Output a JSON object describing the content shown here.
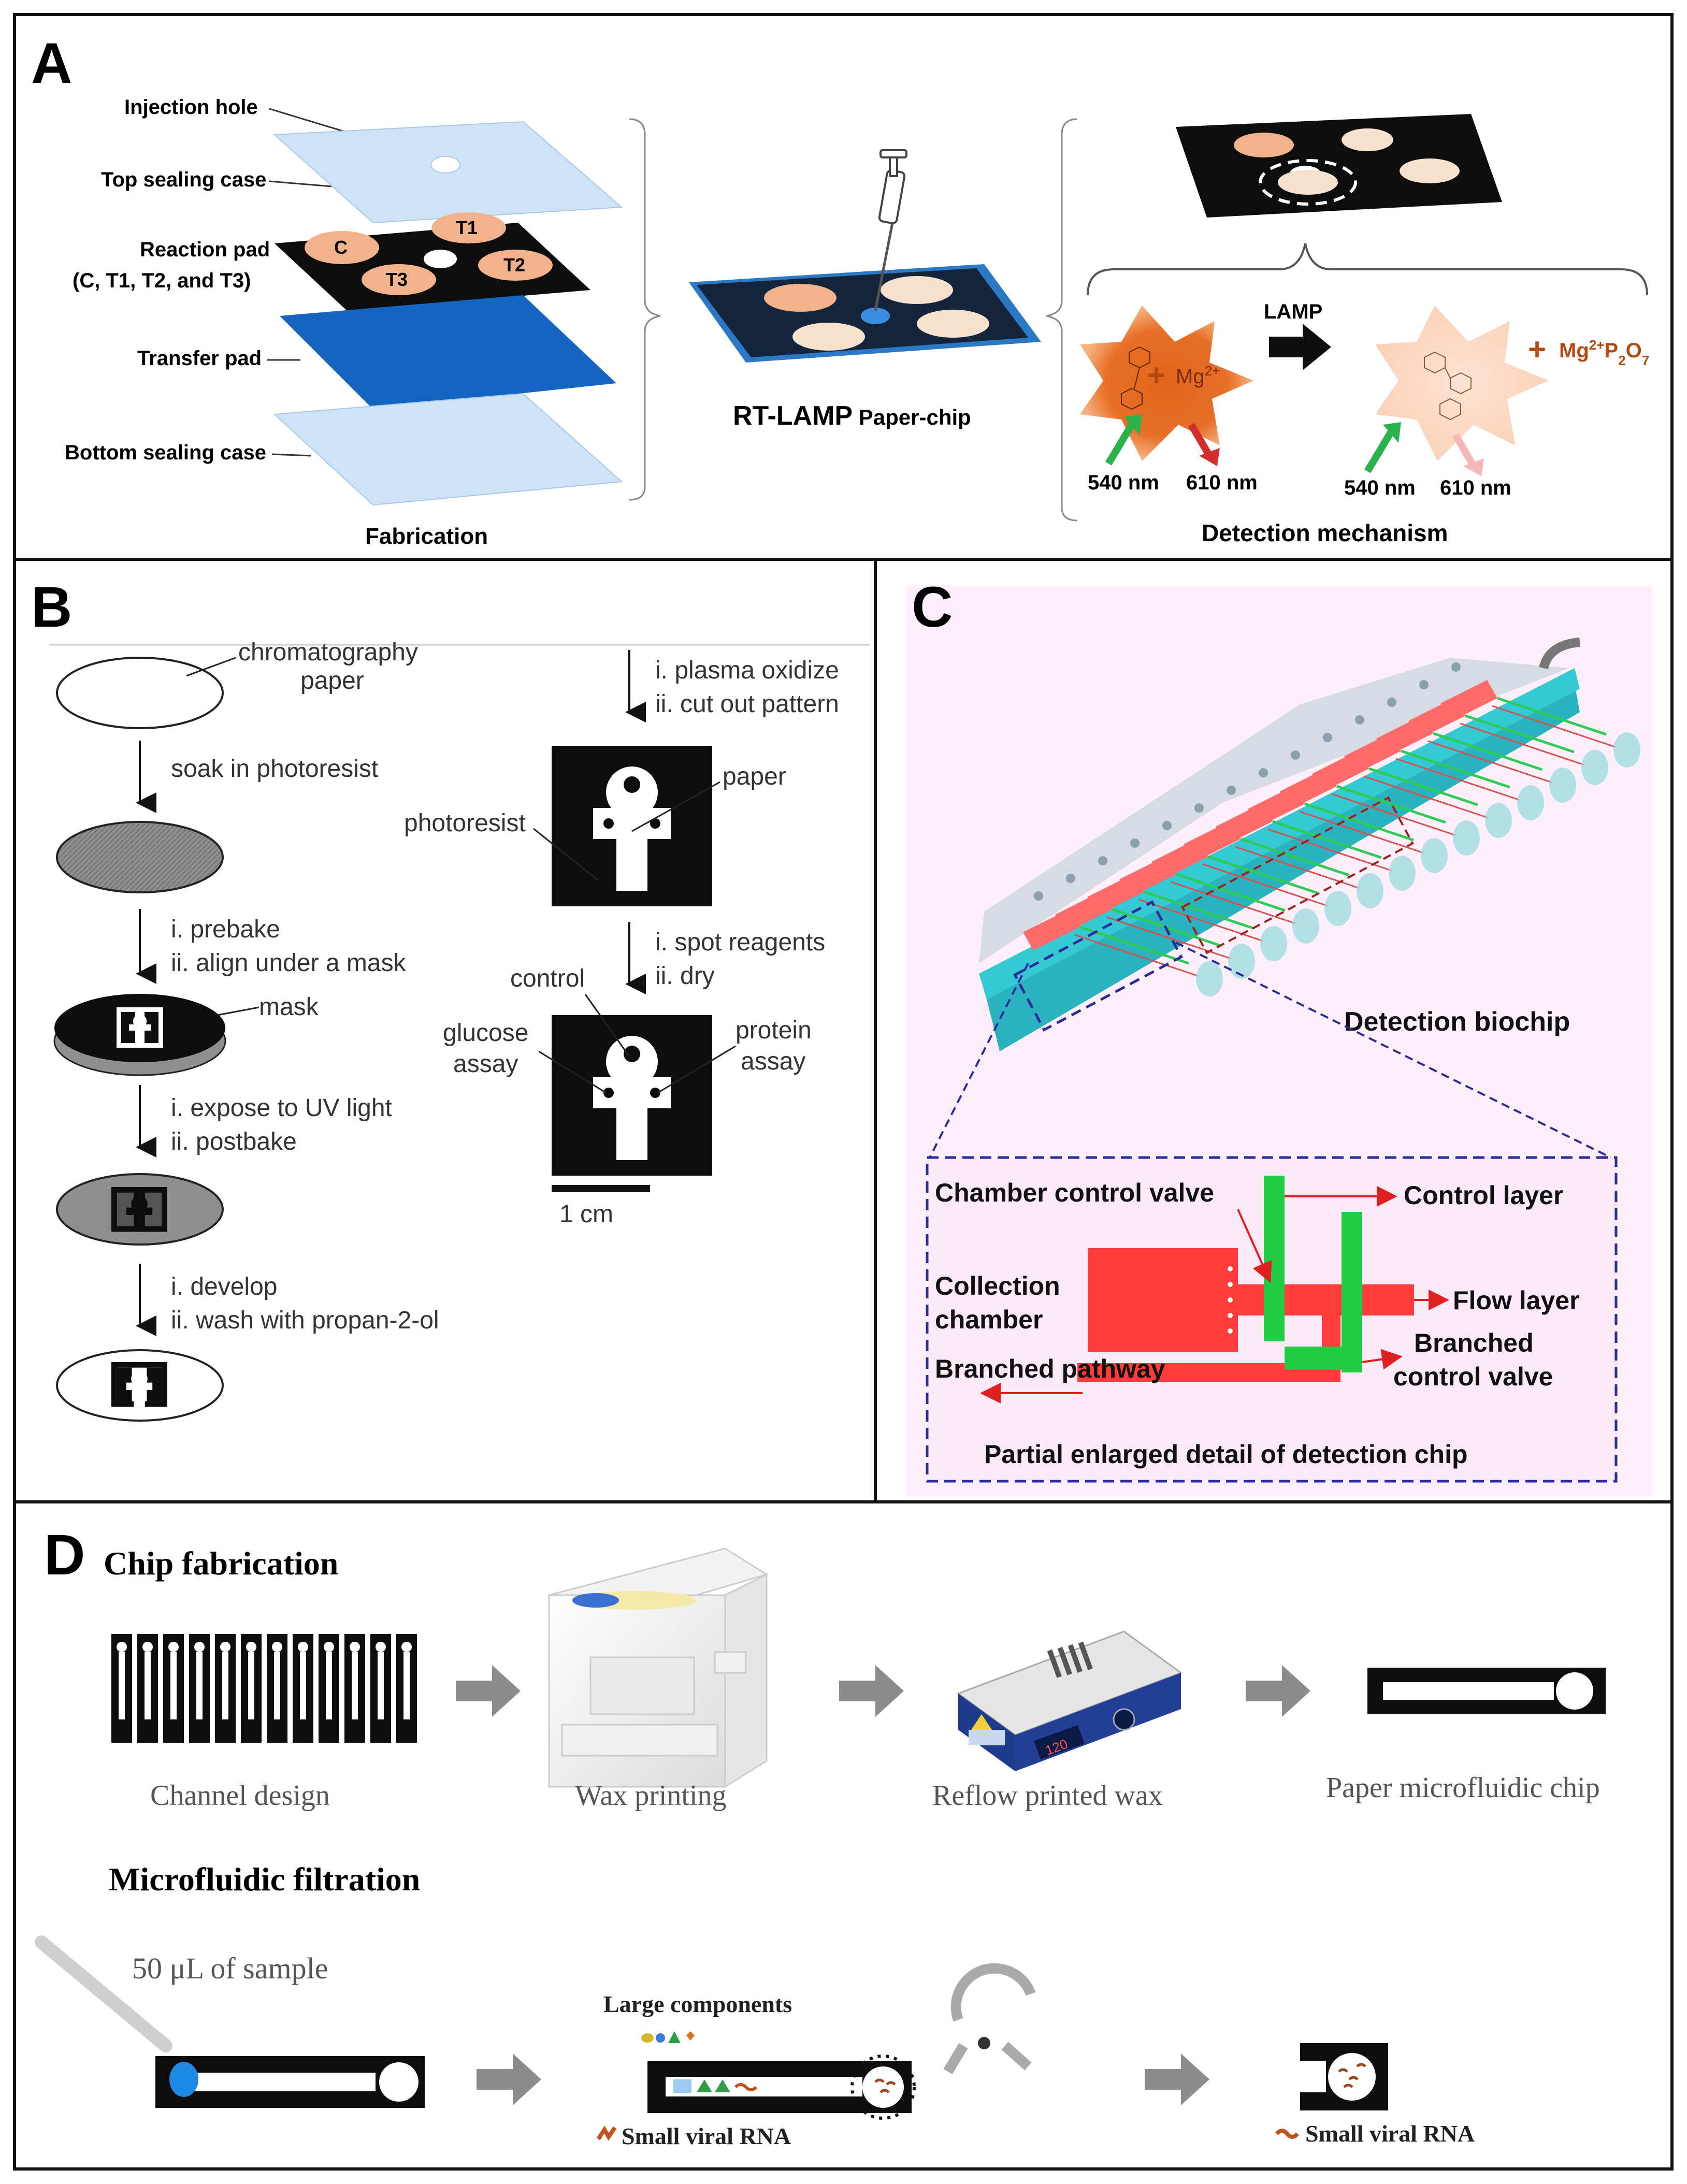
{
  "panels": {
    "A": {
      "letter": "A",
      "labels": {
        "injection_hole": "Injection hole",
        "top_sealing_case": "Top sealing case",
        "reaction_pad_1": "Reaction pad",
        "reaction_pad_2": "(C, T1, T2, and T3)",
        "transfer_pad": "Transfer pad",
        "bottom_sealing_case": "Bottom sealing case",
        "pad_c": "C",
        "pad_t1": "T1",
        "pad_t2": "T2",
        "pad_t3": "T3",
        "chip_title_bold": "RT-LAMP",
        "chip_title_rest": " Paper-chip",
        "fabrication": "Fabrication",
        "detection_mechanism": "Detection mechanism",
        "lamp": "LAMP",
        "mg_ion": "Mg",
        "mg_ion_sup": "2+",
        "product_mg": "Mg",
        "product_mg_sup": "2+",
        "product_p": "P",
        "product_p_sub": "2",
        "product_o": "O",
        "product_o_sub": "7",
        "ex1": "540 nm",
        "em1": "610 nm",
        "ex2": "540 nm",
        "em2": "610 nm"
      }
    },
    "B": {
      "letter": "B",
      "labels": {
        "chromatography": "chromatography",
        "paper": "paper",
        "soak": "soak in photoresist",
        "prebake": "i. prebake",
        "align": "ii. align under a mask",
        "mask": "mask",
        "expose": "i. expose to UV light",
        "postbake": "ii. postbake",
        "develop": "i. develop",
        "wash": "ii. wash with propan-2-ol",
        "plasma": "i. plasma oxidize",
        "cut": "ii. cut out pattern",
        "photoresist": "photoresist",
        "paper_label": "paper",
        "spot": "i. spot reagents",
        "dry": "ii. dry",
        "control": "control",
        "glucose_1": "glucose",
        "glucose_2": "assay",
        "protein_1": "protein",
        "protein_2": "assay",
        "scale": "1 cm"
      }
    },
    "C": {
      "letter": "C",
      "labels": {
        "detection_biochip": "Detection biochip",
        "chamber_control_valve": "Chamber control valve",
        "control_layer": "Control layer",
        "collection_1": "Collection",
        "collection_2": "chamber",
        "flow_layer": "Flow layer",
        "branched_valve_1": "Branched",
        "branched_valve_2": "control valve",
        "branched_pathway": "Branched pathway",
        "partial_detail": "Partial enlarged detail of detection chip"
      }
    },
    "D": {
      "letter": "D",
      "labels": {
        "chip_fabrication": "Chip fabrication",
        "channel_design": "Channel design",
        "wax_printing": "Wax printing",
        "reflow": "Reflow printed wax",
        "paper_chip": "Paper microfluidic chip",
        "hotplate_display": "120",
        "microfluidic_filtration": "Microfluidic filtration",
        "sample": "50 μL of sample",
        "large_components": "Large components",
        "small_rna_1": "Small viral RNA",
        "small_rna_2": "Small viral RNA"
      }
    }
  },
  "colors": {
    "border": "#111111",
    "sheet_light_blue": "#cfe3f7",
    "transfer_blue": "#1565c0",
    "pad_peach": "#f2b38c",
    "pad_light": "#f7e2cf",
    "dye_orange": "#e0651c",
    "dye_light": "#fbd7c2",
    "arrow_green": "#2bb24c",
    "arrow_red": "#d22e2e",
    "arrow_pink": "#f4b8b8",
    "product_brown": "#b34a12",
    "chip_cyan": "#35c9d3",
    "chip_red": "#ff6b6b",
    "chip_green": "#2ecc55",
    "detail_bg": "#fbe9f7",
    "dashed_navy": "#2b2b9a",
    "grey_arrow": "#8c8c8c"
  }
}
